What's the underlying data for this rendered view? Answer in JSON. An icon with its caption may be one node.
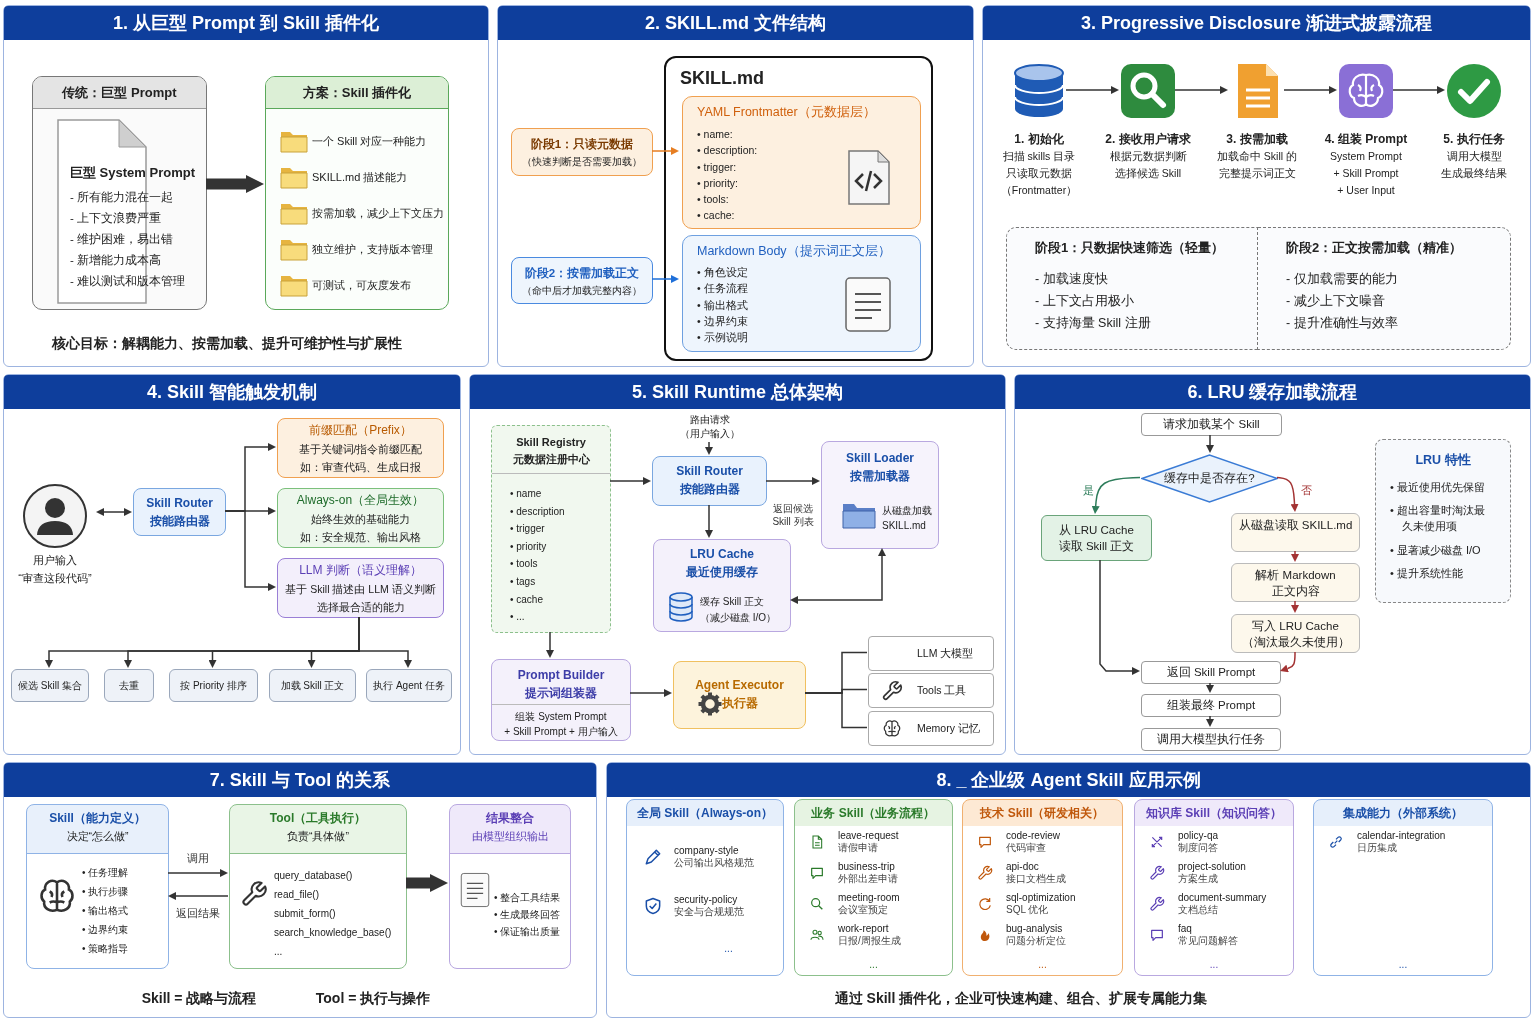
{
  "diagram": {
    "nodes": [
      {
        "text": [
          "1. 从巨型 Prompt 到 Skill 插件化"
        ]
      },
      {
        "text": [
          "传统：巨型 Prompt",
          "巨型 System Prompt",
          "- 所有能力混在一起",
          "- 上下文浪费严重",
          "- 维护困难，易出错",
          "- 新增能力成本高",
          "- 难以测试和版本管理"
        ],
        "in": 0
      },
      {
        "text": [
          "方案：Skill 插件化",
          "一个 Skill 对应一种能力",
          "SKILL.md 描述能力",
          "按需加载，减少上下文压力",
          "独立维护，支持版本管理",
          "可测试，可灰度发布"
        ],
        "in": 0
      },
      {
        "text": [
          "2. SKILL.md 文件结构"
        ]
      },
      {
        "text": [
          "SKILL.md"
        ],
        "in": 3
      },
      {
        "text": [
          "YAML Frontmatter（元数据层）",
          "• name:",
          "• description:",
          "• trigger:",
          "• priority:",
          "• tools:",
          "• cache:"
        ],
        "in": 4
      },
      {
        "text": [
          "Markdown Body（提示词正文层）",
          "• 角色设定",
          "• 任务流程",
          "• 输出格式",
          "• 边界约束",
          "• 示例说明"
        ],
        "in": 4
      },
      {
        "text": [
          "阶段1：只读元数据",
          "（快速判断是否需要加载）"
        ],
        "in": 3
      },
      {
        "text": [
          "阶段2：按需加载正文",
          "（命中后才加载完整内容）"
        ],
        "in": 3
      },
      {
        "text": [
          "3. Progressive Disclosure 渐进式披露流程"
        ]
      },
      {
        "text": [
          "1. 初始化",
          "扫描 skills 目录只读取元数据（Frontmatter）"
        ],
        "in": 9
      },
      {
        "text": [
          "2. 接收用户请求",
          "根据元数据判断",
          "选择候选 Skill"
        ],
        "in": 9
      },
      {
        "text": [
          "3. 按需加载",
          "加载命中 Skill 的",
          "完整提示词正文"
        ],
        "in": 9
      },
      {
        "text": [
          "4. 组装 Prompt",
          "System Prompt + Skill Prompt + User Input"
        ],
        "in": 9
      },
      {
        "text": [
          "5. 执行任务",
          "调用大模型",
          "生成最终结果"
        ],
        "in": 9
      },
      {
        "text": [
          "阶段1：只数据快速筛选（轻量）",
          "- 加载速度快",
          "- 上下文占用极小",
          "- 支持海量 Skill 注册"
        ],
        "in": 9
      },
      {
        "text": [
          "阶段2：正文按需加载（精准）",
          "- 仅加载需要的能力",
          "- 减少上下文噪音",
          "- 提升准确性与效率"
        ],
        "in": 9
      },
      {
        "text": [
          "4. Skill 智能触发机制"
        ]
      },
      {
        "text": [
          "用户输入",
          "“审查这段代码”"
        ],
        "in": 17
      },
      {
        "text": [
          "Skill Router",
          "按能路由器"
        ],
        "in": 17
      },
      {
        "text": [
          "前缀匹配（Prefix）",
          "基于关键词/指令前缀匹配",
          "如：审查代码、生成日报"
        ],
        "in": 17
      },
      {
        "text": [
          "Always-on（全局生效）",
          "始终生效的基础能力",
          "如：安全规范、输出风格"
        ],
        "in": 17
      },
      {
        "text": [
          "LLM 判断（语义理解）",
          "基于 Skill 描述由 LLM 语义判断",
          "选择最合适的能力"
        ],
        "in": 17
      },
      {
        "text": [
          "候选 Skill 集合"
        ],
        "in": 17
      },
      {
        "text": [
          "去重"
        ],
        "in": 17
      },
      {
        "text": [
          "按 Priority 排序"
        ],
        "in": 17
      },
      {
        "text": [
          "加载 Skill 正文"
        ],
        "in": 17
      },
      {
        "text": [
          "执行 Agent 任务"
        ],
        "in": 17
      },
      {
        "text": [
          "5. Skill Runtime 总体架构"
        ]
      },
      {
        "text": [
          "Skill Registry",
          "元数据注册中心",
          "• name",
          "• description",
          "• trigger",
          "• priority",
          "• tools",
          "• tags",
          "• cache",
          "• ..."
        ],
        "in": 28
      },
      {
        "text": [
          "路由请求",
          "（用户输入）"
        ],
        "in": 28
      },
      {
        "text": [
          "Skill Router",
          "按能路由器"
        ],
        "in": 28
      },
      {
        "text": [
          "Skill Loader",
          "按需加载器",
          "从磁盘加载",
          "SKILL.md"
        ],
        "in": 28
      },
      {
        "text": [
          "LRU Cache",
          "最近使用缓存",
          "缓存 Skill 正文",
          "（减少磁盘 I/O）"
        ],
        "in": 28
      },
      {
        "text": [
          "Prompt Builder",
          "提示词组装器",
          "组装 System Prompt",
          "+ Skill Prompt + 用户输入"
        ],
        "in": 28
      },
      {
        "text": [
          "Agent Executor",
          "执行器"
        ],
        "in": 28
      },
      {
        "text": [
          "LLM 大模型"
        ],
        "in": 28
      },
      {
        "text": [
          "Tools 工具"
        ],
        "in": 28
      },
      {
        "text": [
          "Memory 记忆"
        ],
        "in": 28
      },
      {
        "text": [
          "6. LRU 缓存加载流程"
        ]
      },
      {
        "text": [
          "请求加载某个 Skill"
        ],
        "in": 39
      },
      {
        "text": [
          "缓存中是否存在?"
        ],
        "in": 39
      },
      {
        "text": [
          "从 LRU Cache 读取 Skill 正文"
        ],
        "in": 39
      },
      {
        "text": [
          "从磁盘读取 SKILL.md"
        ],
        "in": 39
      },
      {
        "text": [
          "解析 Markdown 正文内容"
        ],
        "in": 39
      },
      {
        "text": [
          "写入 LRU Cache （淘汰最久未使用）"
        ],
        "in": 39
      },
      {
        "text": [
          "返回 Skill Prompt"
        ],
        "in": 39
      },
      {
        "text": [
          "组装最终 Prompt"
        ],
        "in": 39
      },
      {
        "text": [
          "调用大模型执行任务"
        ],
        "in": 39
      },
      {
        "text": [
          "LRU 特性",
          "• 最近使用优先保留",
          "• 超出容量时淘汰最久未使用项",
          "• 显著减少磁盘 I/O",
          "• 提升系统性能"
        ],
        "in": 39
      },
      {
        "text": [
          "7. Skill 与 Tool 的关系"
        ]
      },
      {
        "text": [
          "Skill（能力定义）",
          "决定“怎么做”",
          "• 任务理解",
          "• 执行步骤",
          "• 输出格式",
          "• 边界约束",
          "• 策略指导"
        ],
        "in": 50
      },
      {
        "text": [
          "Tool（工具执行）",
          "负责“具体做”",
          "query_database()",
          "read_file()",
          "submit_form()",
          "search_knowledge_base()",
          "..."
        ],
        "in": 50
      },
      {
        "text": [
          "结果整合",
          "由模型组织输出",
          "• 整合工具结果",
          "• 生成最终回答",
          "• 保证输出质量"
        ],
        "in": 50
      },
      {
        "text": [
          "8. _ 企业级 Agent Skill 应用示例"
        ]
      },
      {
        "text": [
          "全局 Skill（Always-on）",
          "company-style",
          "公司输出风格规范",
          "security-policy",
          "安全与合规规范",
          "..."
        ],
        "in": 54
      },
      {
        "text": [
          "业务 Skill（业务流程）",
          "leave-request",
          "请假申请",
          "business-trip",
          "外部出差申请",
          "meeting-room",
          "会议室预定",
          "work-report",
          "日报/周报生成",
          "..."
        ],
        "in": 54
      },
      {
        "text": [
          "技术 Skill（研发相关）",
          "code-review",
          "代码审查",
          "api-doc",
          "接口文档生成",
          "sql-optimization",
          "SQL 优化",
          "bug-analysis",
          "问题分析定位",
          "..."
        ],
        "in": 54
      },
      {
        "text": [
          "知识库 Skill（知识问答）",
          "policy-qa",
          "制度问答",
          "project-solution",
          "方案生成",
          "document-summary",
          "文档总结",
          "faq",
          "常见问题解答",
          "..."
        ],
        "in": 54
      },
      {
        "text": [
          "集成能力（外部系统）",
          "calendar-integration",
          "日历集成",
          "..."
        ],
        "in": 54
      }
    ],
    "edges": [
      {
        "from": 1,
        "to": 2,
        "arrow": "to",
        "style": "thick"
      },
      {
        "from": 7,
        "to": 5,
        "arrow": "to",
        "color": "#e67e22"
      },
      {
        "from": 8,
        "to": 6,
        "arrow": "to",
        "color": "#1e6fd9"
      },
      {
        "from": 10,
        "to": 11,
        "arrow": "to"
      },
      {
        "from": 11,
        "to": 12,
        "arrow": "to"
      },
      {
        "from": 12,
        "to": 13,
        "arrow": "to"
      },
      {
        "from": 13,
        "to": 14,
        "arrow": "to"
      },
      {
        "from": 18,
        "to": 19,
        "arrow": "both"
      },
      {
        "from": 19,
        "to": 20,
        "arrow": "to"
      },
      {
        "from": 19,
        "to": 21,
        "arrow": "to"
      },
      {
        "from": 19,
        "to": 22,
        "arrow": "to"
      },
      {
        "from": 22,
        "to": 23,
        "arrow": "to"
      },
      {
        "from": 22,
        "to": 24,
        "arrow": "to"
      },
      {
        "from": 22,
        "to": 25,
        "arrow": "to"
      },
      {
        "from": 22,
        "to": 26,
        "arrow": "to"
      },
      {
        "from": 22,
        "to": 27,
        "arrow": "to"
      },
      {
        "from": 30,
        "to": 31,
        "arrow": "to"
      },
      {
        "from": 29,
        "to": 31,
        "arrow": "to"
      },
      {
        "from": 31,
        "to": 32,
        "arrow": "to"
      },
      {
        "from": 31,
        "to": 33,
        "arrow": "to"
      },
      {
        "from": 33,
        "to": 32,
        "arrow": "both"
      },
      {
        "from": 29,
        "to": 34,
        "arrow": "to"
      },
      {
        "from": 34,
        "to": 35,
        "arrow": "to"
      },
      {
        "from": 35,
        "to": 36,
        "arrow": "none"
      },
      {
        "from": 35,
        "to": 37,
        "arrow": "none"
      },
      {
        "from": 35,
        "to": 38,
        "arrow": "none"
      },
      {
        "from": 40,
        "to": 41,
        "arrow": "to"
      },
      {
        "from": 41,
        "to": 42,
        "arrow": "to",
        "label": "是",
        "color": "#2e7d5b"
      },
      {
        "from": 41,
        "to": 43,
        "arrow": "to",
        "label": "否",
        "color": "#a33333"
      },
      {
        "from": 43,
        "to": 44,
        "arrow": "to",
        "color": "#a33333"
      },
      {
        "from": 44,
        "to": 45,
        "arrow": "to",
        "color": "#a33333"
      },
      {
        "from": 45,
        "to": 46,
        "arrow": "to",
        "color": "#a33333"
      },
      {
        "from": 42,
        "to": 46,
        "arrow": "to"
      },
      {
        "from": 46,
        "to": 47,
        "arrow": "to"
      },
      {
        "from": 47,
        "to": 48,
        "arrow": "to"
      },
      {
        "from": 51,
        "to": 52,
        "arrow": "to",
        "label": "调用"
      },
      {
        "from": 52,
        "to": 51,
        "arrow": "to",
        "label": "返回结果"
      },
      {
        "from": 52,
        "to": 53,
        "arrow": "to",
        "style": "thick"
      }
    ],
    "labels": [
      "核心目标：解耦能力、按需加载、提升可维护性与扩展性",
      "返回候选 Skill 列表",
      "Skill = 战略与流程",
      "Tool = 执行与操作",
      "通过 Skill 插件化，企业可快速构建、组合、扩展专属能力集"
    ]
  }
}
